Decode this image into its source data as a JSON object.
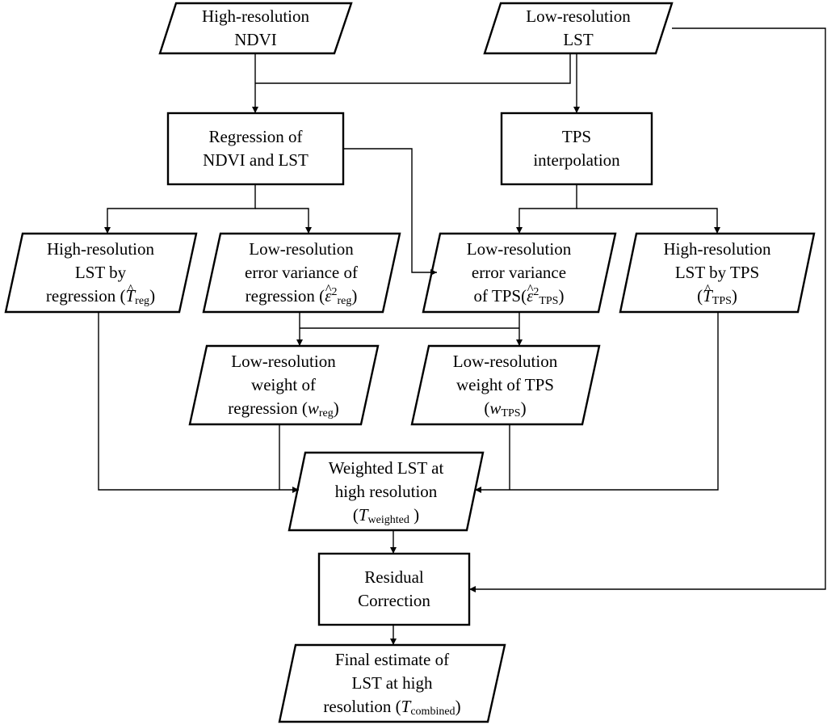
{
  "nodes": {
    "n1": {
      "lines": [
        "High-resolution",
        "NDVI"
      ]
    },
    "n2": {
      "lines": [
        "Low-resolution",
        "LST"
      ]
    },
    "n3": {
      "lines": [
        "Regression of",
        "NDVI and LST"
      ]
    },
    "n4": {
      "lines": [
        "TPS",
        "interpolation"
      ]
    },
    "n5": {
      "lines": [
        "High-resolution",
        "LST by"
      ],
      "formula": {
        "pre": "regression (",
        "sym": "T",
        "sub": "reg",
        "post": ")"
      }
    },
    "n6": {
      "lines": [
        "Low-resolution",
        "error variance of"
      ],
      "formula": {
        "pre": "regression (",
        "sym": "ε",
        "sup": "2",
        "sub": "reg",
        "post": ")"
      }
    },
    "n7": {
      "lines": [
        "Low-resolution",
        "error variance"
      ],
      "formula": {
        "pre": "of TPS(",
        "sym": "ε",
        "sup": "2",
        "sub": "TPS",
        "post": ")"
      }
    },
    "n8": {
      "lines": [
        "High-resolution",
        "LST by TPS"
      ],
      "formula": {
        "pre": "(",
        "sym": "T",
        "sub": "TPS",
        "post": ")"
      }
    },
    "n9": {
      "lines": [
        "Low-resolution",
        "weight of"
      ],
      "formula": {
        "pre": "regression (",
        "sym": "w",
        "sub": "reg",
        "post": ")"
      }
    },
    "n10": {
      "lines": [
        "Low-resolution",
        "weight of TPS"
      ],
      "formula": {
        "pre": "(",
        "sym": "w",
        "sub": "TPS",
        "post": ")"
      }
    },
    "n11": {
      "lines": [
        "Weighted LST at",
        "high resolution"
      ],
      "formula": {
        "pre": "(",
        "sym": "T",
        "sub": "weighted",
        "post": " )"
      }
    },
    "n12": {
      "lines": [
        "Residual",
        "Correction"
      ]
    },
    "n13": {
      "lines": [
        "Final estimate of",
        "LST at high"
      ],
      "formula": {
        "pre": "resolution (",
        "sym": "T",
        "sub": "combined",
        "post": ")"
      }
    }
  }
}
